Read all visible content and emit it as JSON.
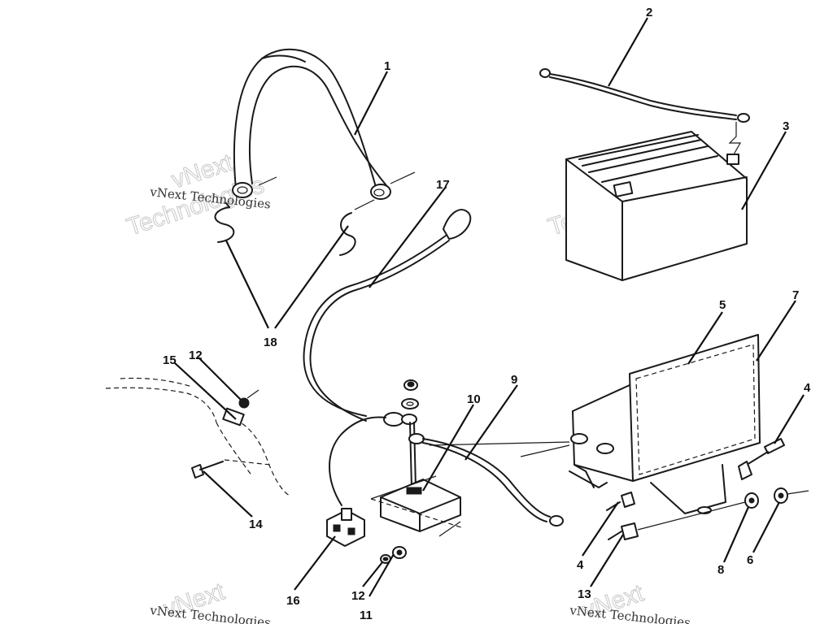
{
  "callouts": [
    {
      "id": "1",
      "label": "1"
    },
    {
      "id": "2",
      "label": "2"
    },
    {
      "id": "3",
      "label": "3"
    },
    {
      "id": "4a",
      "label": "4"
    },
    {
      "id": "4b",
      "label": "4"
    },
    {
      "id": "5",
      "label": "5"
    },
    {
      "id": "6",
      "label": "6"
    },
    {
      "id": "7",
      "label": "7"
    },
    {
      "id": "8",
      "label": "8"
    },
    {
      "id": "9",
      "label": "9"
    },
    {
      "id": "10",
      "label": "10"
    },
    {
      "id": "11",
      "label": "11"
    },
    {
      "id": "12a",
      "label": "12"
    },
    {
      "id": "12b",
      "label": "12"
    },
    {
      "id": "13",
      "label": "13"
    },
    {
      "id": "14",
      "label": "14"
    },
    {
      "id": "15",
      "label": "15"
    },
    {
      "id": "16",
      "label": "16"
    },
    {
      "id": "17",
      "label": "17"
    },
    {
      "id": "18",
      "label": "18"
    }
  ],
  "watermark": {
    "line": "vNext Technologies",
    "word1": "vNext",
    "word2": "Technologies"
  }
}
